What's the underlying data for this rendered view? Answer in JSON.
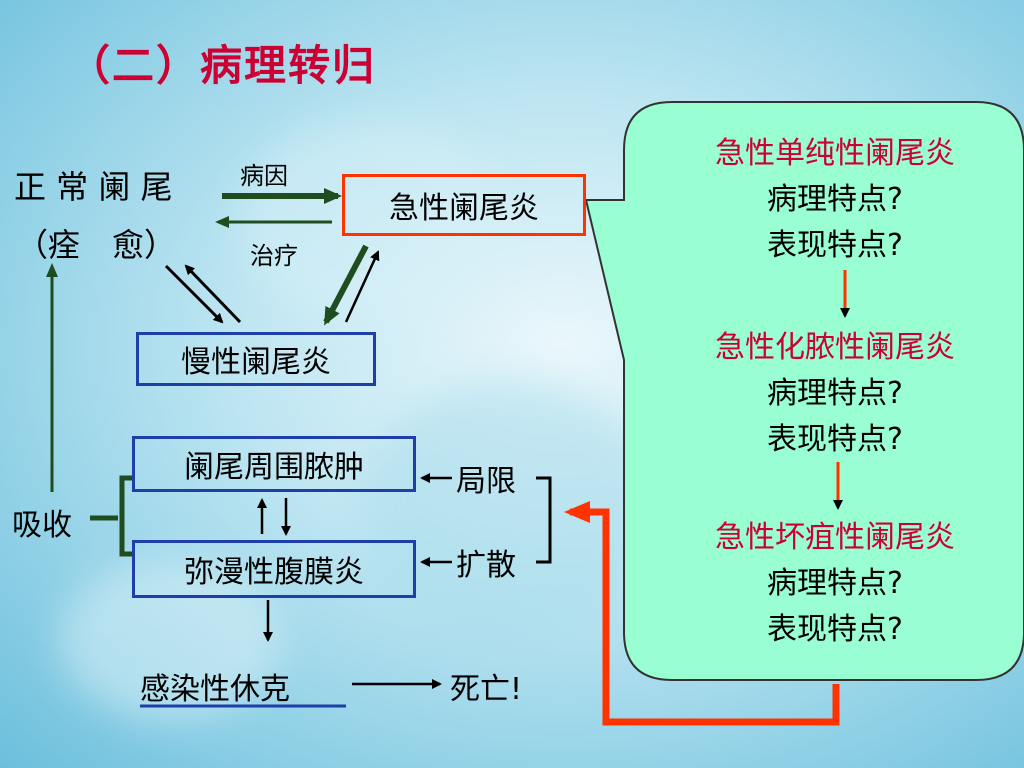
{
  "title": "（二）病理转归",
  "colors": {
    "title": "#cc0033",
    "dark_green": "#1f4d1f",
    "red_box": "#ff3300",
    "blue_box": "#1f3fa8",
    "panel_bg": "#99ffd2",
    "panel_heading": "#cc0033",
    "red_arrow": "#ff3300"
  },
  "left": {
    "normal_line1": "正 常 阑 尾",
    "normal_line2": "（痊　愈）",
    "cause_label": "病因",
    "treat_label": "治疗",
    "acute_box": "急性阑尾炎",
    "chronic_box": "慢性阑尾炎",
    "abscess_box": "阑尾周围脓肿",
    "peritonitis_box": "弥漫性腹膜炎",
    "absorb_label": "吸收",
    "localize_label": "局限",
    "spread_label": "扩散",
    "shock_label": "感染性休克",
    "death_label": "死亡!"
  },
  "panel": {
    "stages": [
      {
        "name": "急性单纯性阑尾炎",
        "q1": "病理特点?",
        "q2": "表现特点?"
      },
      {
        "name": "急性化脓性阑尾炎",
        "q1": "病理特点?",
        "q2": "表现特点?"
      },
      {
        "name": "急性坏疽性阑尾炎",
        "q1": "病理特点?",
        "q2": "表现特点?"
      }
    ]
  }
}
